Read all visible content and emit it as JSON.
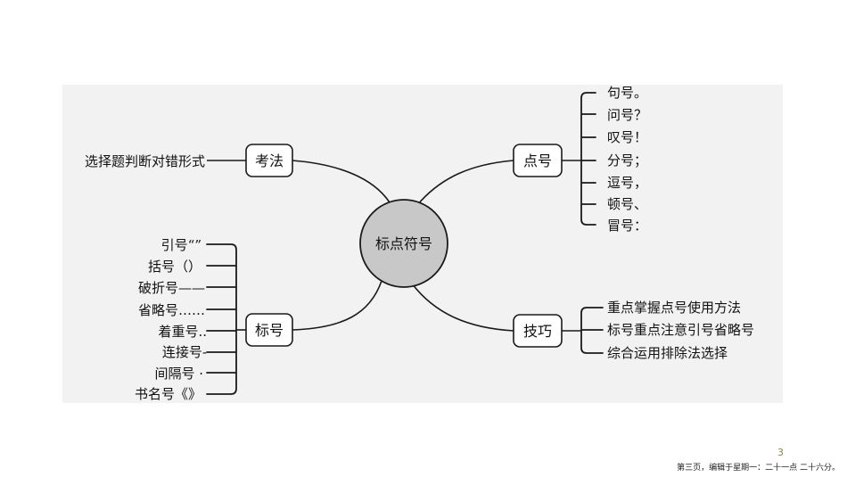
{
  "diagram": {
    "center": "标点符号",
    "branches": {
      "kaofa": {
        "label": "考法",
        "leaf": "选择题判断对错形式"
      },
      "dianhao": {
        "label": "点号",
        "items": [
          "句号。",
          "问号？",
          "叹号！",
          "分号；",
          "逗号，",
          "顿号、",
          "冒号："
        ]
      },
      "biaohao": {
        "label": "标号",
        "items": [
          "引号“”",
          "括号（）",
          "破折号——",
          "省略号……",
          "着重号..",
          "连接号-",
          "间隔号 ·",
          "书名号《》"
        ]
      },
      "jiqiao": {
        "label": "技巧",
        "items": [
          "重点掌握点号使用方法",
          "标号重点注意引号省略号",
          "综合运用排除法选择"
        ]
      }
    }
  },
  "page_number": "3",
  "footer_text": "第三页，编辑于星期一：二十一点 二十六分。"
}
